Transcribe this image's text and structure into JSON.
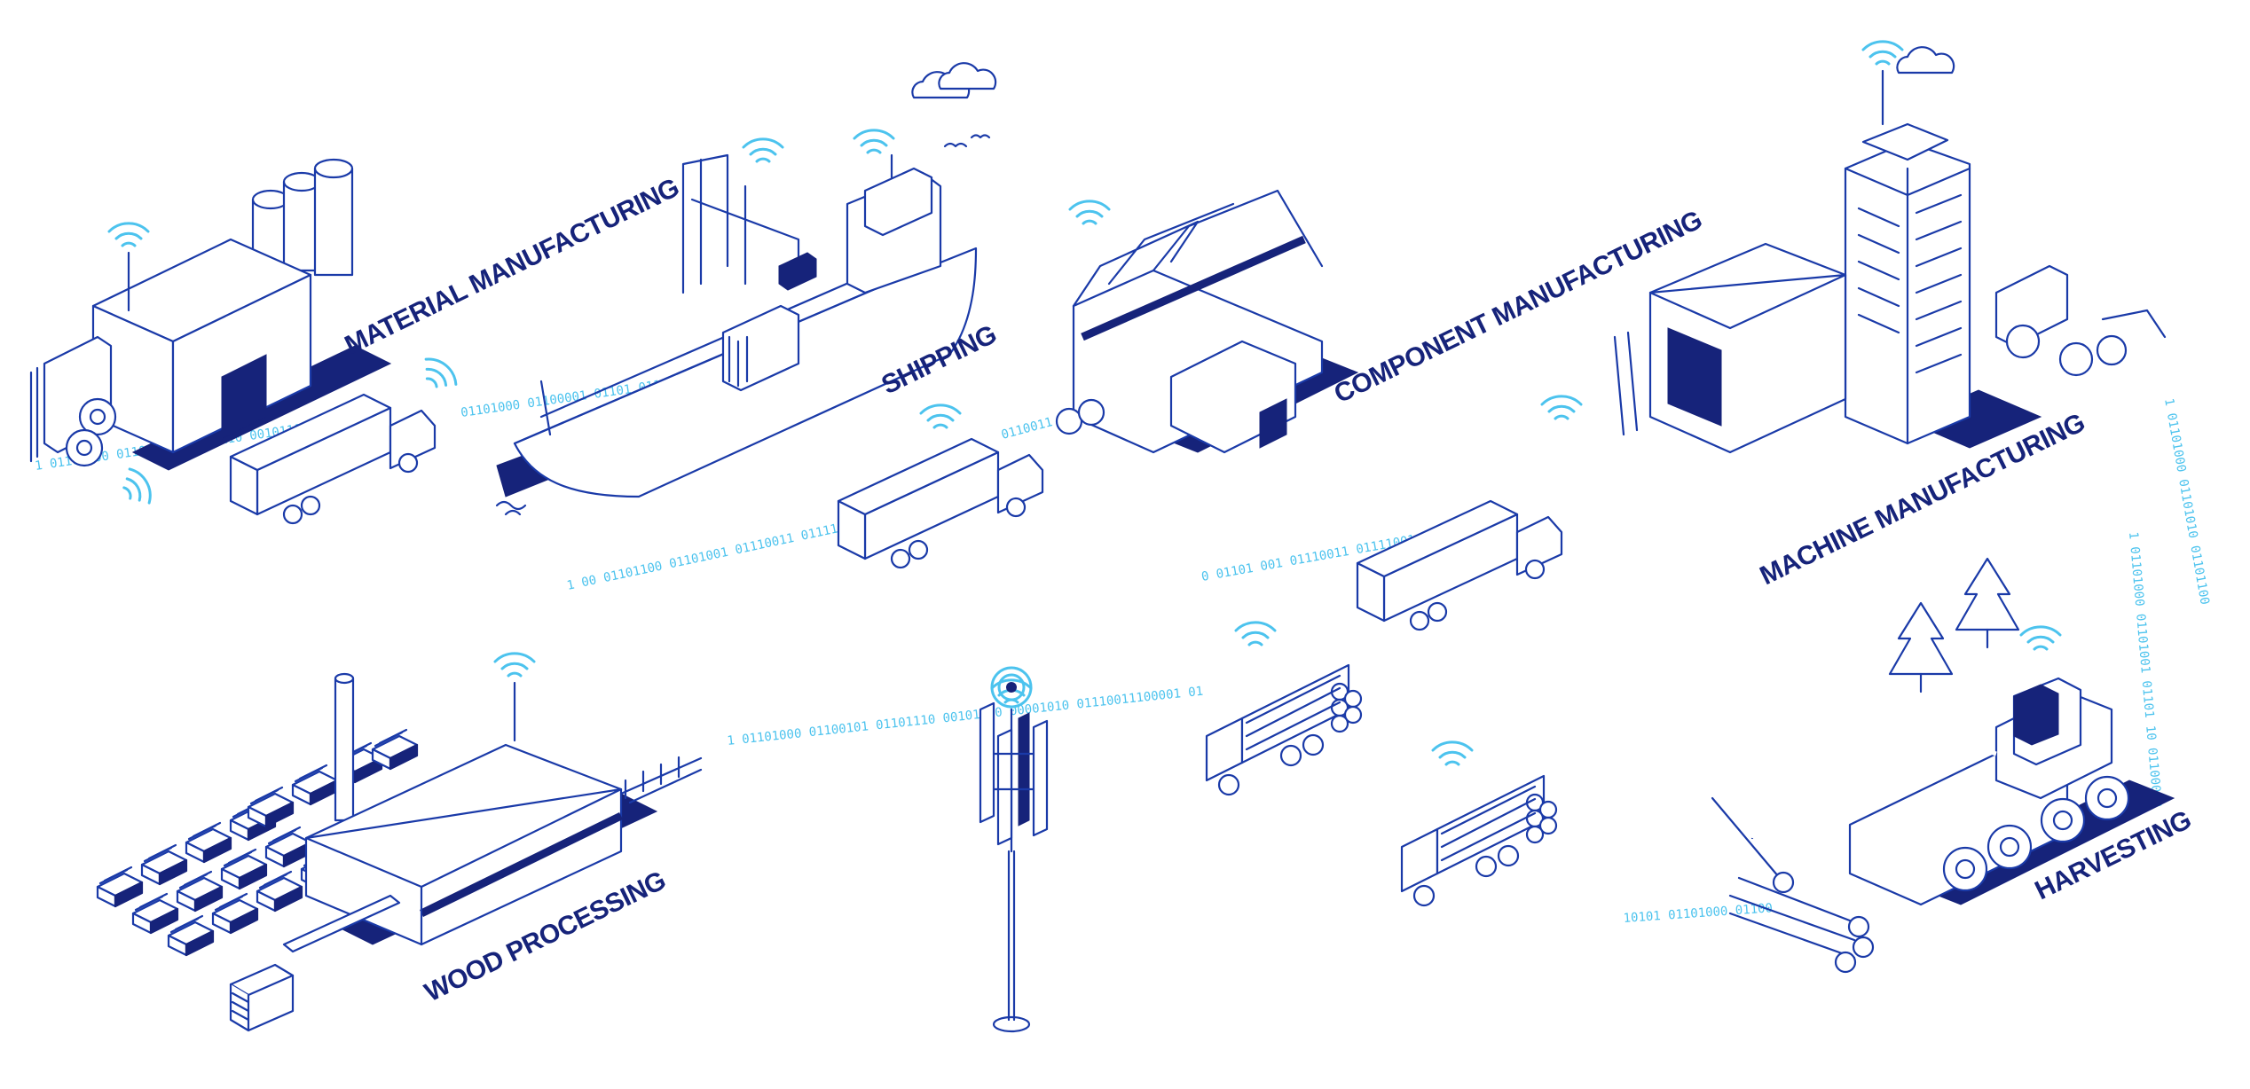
{
  "colors": {
    "line": "#1a3aa8",
    "dark": "#16237a",
    "accent": "#2a4fd6",
    "signal": "#4cc3ee",
    "background": "#ffffff"
  },
  "labels": {
    "material_manufacturing": "MATERIAL MANUFACTURING",
    "shipping": "SHIPPING",
    "component_manufacturing": "COMPONENT MANUFACTURING",
    "machine_manufacturing": "MACHINE MANUFACTURING",
    "wood_processing": "WOOD PROCESSING",
    "harvesting": "HARVESTING"
  },
  "binary_streams": {
    "a": "1 01101000 01100101 01101110 00101100 00",
    "b": "01101000 01100001 01101 01101110",
    "c": "1 00 01101100 01101001 01110011 01111001 01111000101001",
    "d": "0110011",
    "e": "0 01101 001 01110011 01111001 01",
    "f": "1 01101000 01100101 01101110 00101100 00001010 01110011100001 01",
    "g": "1 01101000 01101010 01101100",
    "h": "10101 01101000 01100",
    "i": "1 01101000 01101001 01101 10 01100000"
  },
  "icons": [
    "wifi-icon",
    "cloud-icon",
    "bird-icon",
    "cell-tower-icon",
    "factory-icon",
    "silo-icon",
    "forklift-icon",
    "truck-icon",
    "container-ship-icon",
    "crane-icon",
    "warehouse-icon",
    "tower-building-icon",
    "tractor-icon",
    "harvester-icon",
    "log-truck-icon",
    "log-pile-icon",
    "tree-icon",
    "lumber-stack-icon",
    "water-wave-icon"
  ]
}
